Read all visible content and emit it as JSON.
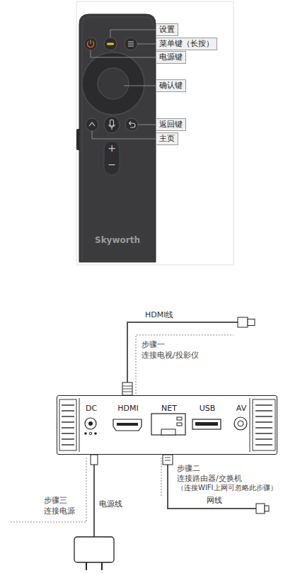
{
  "diagram": {
    "nodes": [
      {
        "text": [
          "Skyworth"
        ]
      },
      {
        "text": [
          "设置"
        ]
      },
      {
        "text": [
          "菜单键（长按）"
        ]
      },
      {
        "text": [
          "电源键"
        ]
      },
      {
        "text": [
          "确认键"
        ]
      },
      {
        "text": [
          "返回键"
        ]
      },
      {
        "text": [
          "主页"
        ]
      },
      {
        "text": [
          "DC",
          "HDMI",
          "NET",
          "USB",
          "AV"
        ]
      }
    ],
    "labels": [
      "+",
      "−",
      "HDMI线",
      "步骤一",
      "连接电视/投影仪",
      "步骤二",
      "连接路由器/交换机",
      "（连接WIFI上网可忽略此步骤）",
      "网线",
      "步骤三",
      "连接电源",
      "电源线"
    ]
  }
}
